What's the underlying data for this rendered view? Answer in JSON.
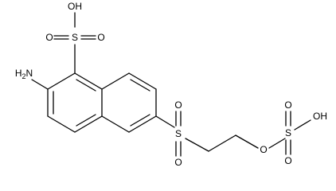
{
  "molecule": {
    "labels": {
      "sulfonic_oh": "OH",
      "sulfonic_s": "S",
      "sulfonic_o_left": "O",
      "sulfonic_o_right": "O",
      "amine": "H2N",
      "amine_h": "H",
      "amine_sub": "2",
      "amine_n": "N",
      "sulfone_s": "S",
      "sulfone_o_top": "O",
      "sulfone_o_bottom": "O",
      "ester_o": "O",
      "sulfate_s": "S",
      "sulfate_o_top": "O",
      "sulfate_o_bottom": "O",
      "sulfate_oh": "OH"
    }
  }
}
